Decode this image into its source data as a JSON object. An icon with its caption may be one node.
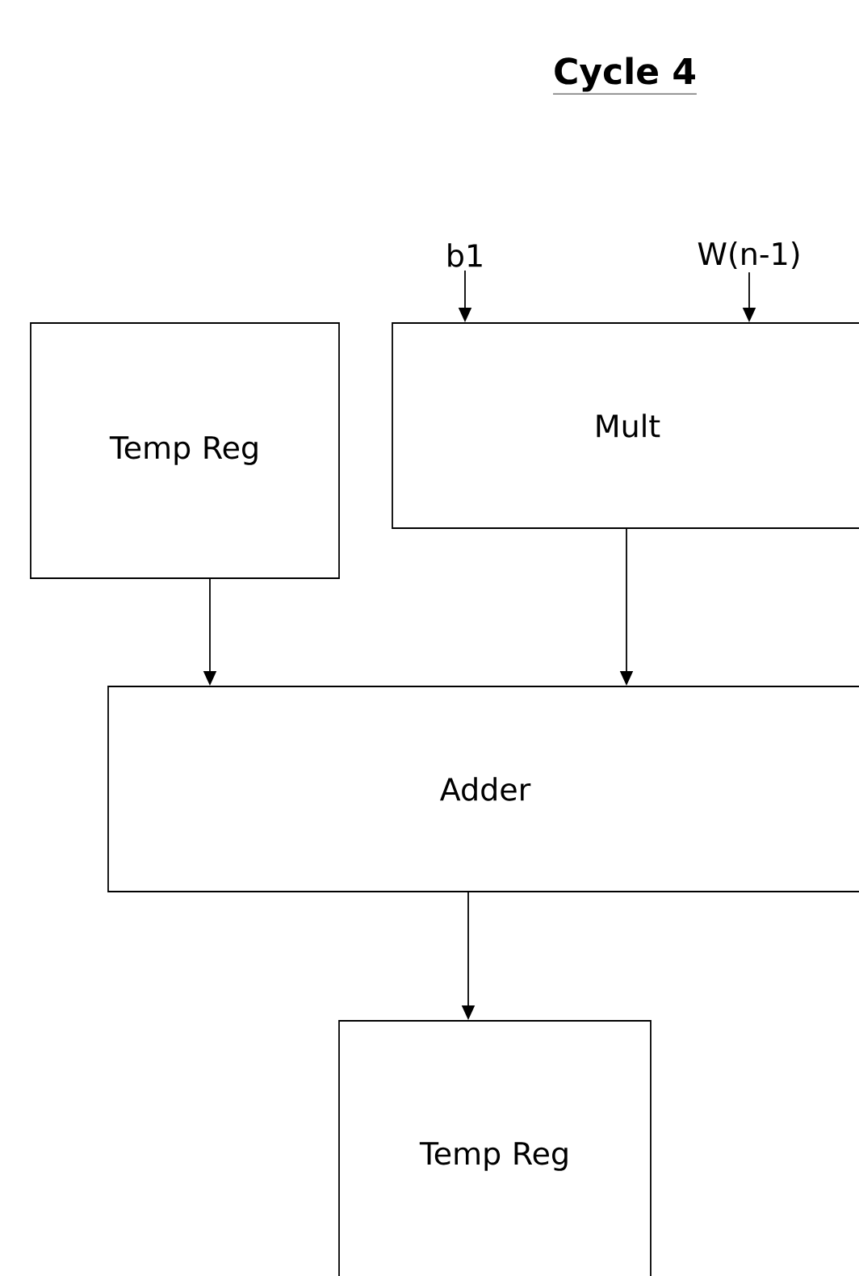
{
  "diagram": {
    "title": "Cycle 4",
    "nodes": [
      {
        "text": [
          "b1"
        ]
      },
      {
        "text": [
          "W(n-1)"
        ]
      },
      {
        "text": [
          "Temp Reg"
        ]
      },
      {
        "text": [
          "Mult"
        ]
      },
      {
        "text": [
          "Adder"
        ]
      },
      {
        "text": [
          "Temp Reg"
        ]
      }
    ],
    "edges": [
      {
        "from": 0,
        "to": 3,
        "arrow": "to"
      },
      {
        "from": 1,
        "to": 3,
        "arrow": "to"
      },
      {
        "from": 2,
        "to": 4,
        "arrow": "to"
      },
      {
        "from": 3,
        "to": 4,
        "arrow": "to"
      },
      {
        "from": 4,
        "to": 5,
        "arrow": "to"
      }
    ]
  }
}
